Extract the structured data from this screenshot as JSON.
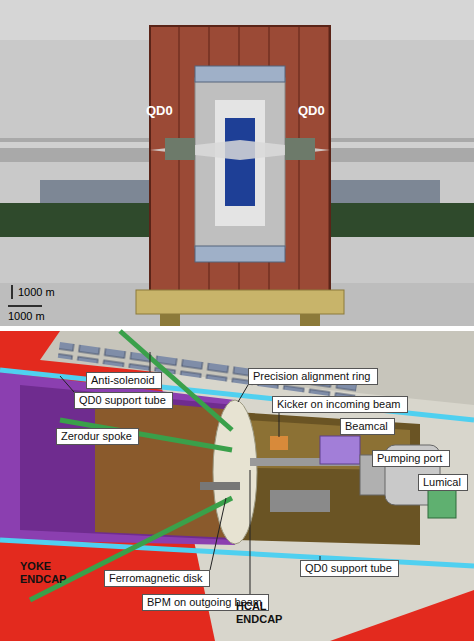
{
  "diagram": {
    "nodes": [
      {
        "text": [
          "Anti-solenoid"
        ]
      },
      {
        "text": [
          "Precision alignment ring"
        ]
      },
      {
        "text": [
          "QD0 support tube"
        ]
      },
      {
        "text": [
          "Kicker on incoming beam"
        ]
      },
      {
        "text": [
          "Beamcal"
        ]
      },
      {
        "text": [
          "Zerodur spoke"
        ]
      },
      {
        "text": [
          "Pumping port"
        ]
      },
      {
        "text": [
          "Lumical"
        ]
      },
      {
        "text": [
          "Ferromagnetic disk"
        ]
      },
      {
        "text": [
          "BPM on outgoing beam"
        ]
      },
      {
        "text": [
          "QD0 support tube"
        ]
      }
    ],
    "edges": [],
    "labels": [
      "QD0",
      "QD0",
      "1000 m",
      "1000 m",
      "YOKE ENDCAP",
      "HCAL ENDCAP"
    ]
  }
}
